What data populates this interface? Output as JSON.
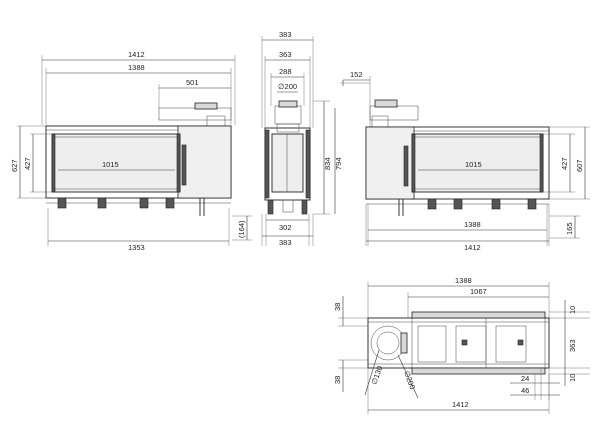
{
  "dims": {
    "front_left": {
      "width_overall": "1412",
      "width_inner": "1388",
      "flue_offset": "501",
      "glass_width": "1015",
      "height_overall": "627",
      "height_glass": "427",
      "base_width": "1353",
      "leg_height": "(164)"
    },
    "side": {
      "width_overall": "383",
      "width_inner": "363",
      "width_top": "288",
      "flue_diameter": "∅200",
      "height_total": "834",
      "height_flue": "794",
      "base_inner": "302",
      "base_overall": "383"
    },
    "front_right": {
      "flue_offset": "152",
      "glass_width": "1015",
      "height_overall": "607",
      "height_glass": "427",
      "width_inner": "1388",
      "width_overall": "1412",
      "leg_height": "165"
    },
    "plan": {
      "width_inner": "1388",
      "width_glass": "1067",
      "depth_front": "38",
      "depth_back": "38",
      "frame_top": "10",
      "frame_bottom": "10",
      "depth_inner": "363",
      "inner_flue": "∅130",
      "outer_flue": "∅200",
      "offset_small": "24",
      "offset_large": "46",
      "width_overall": "1412"
    }
  }
}
